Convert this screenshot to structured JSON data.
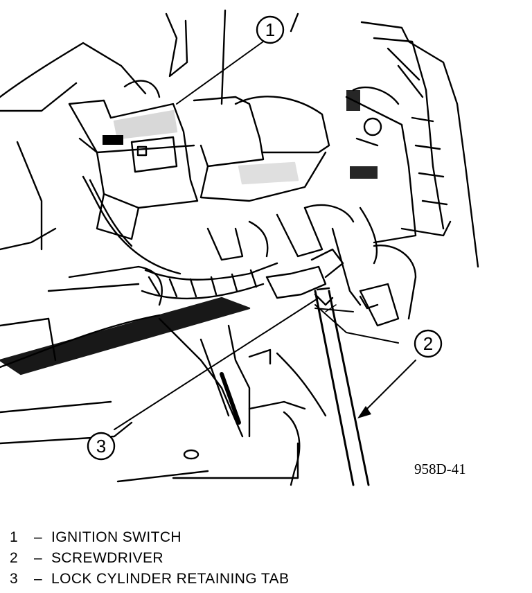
{
  "figure": {
    "id_label": "958D-41",
    "callouts": [
      {
        "number": "1",
        "part": "ignition-switch"
      },
      {
        "number": "2",
        "part": "screwdriver"
      },
      {
        "number": "3",
        "part": "lock-cylinder-retaining-tab"
      }
    ]
  },
  "legend": {
    "dash": "–",
    "items": [
      {
        "number": "1",
        "label": "IGNITION SWITCH"
      },
      {
        "number": "2",
        "label": "SCREWDRIVER"
      },
      {
        "number": "3",
        "label": "LOCK CYLINDER RETAINING TAB"
      }
    ]
  }
}
